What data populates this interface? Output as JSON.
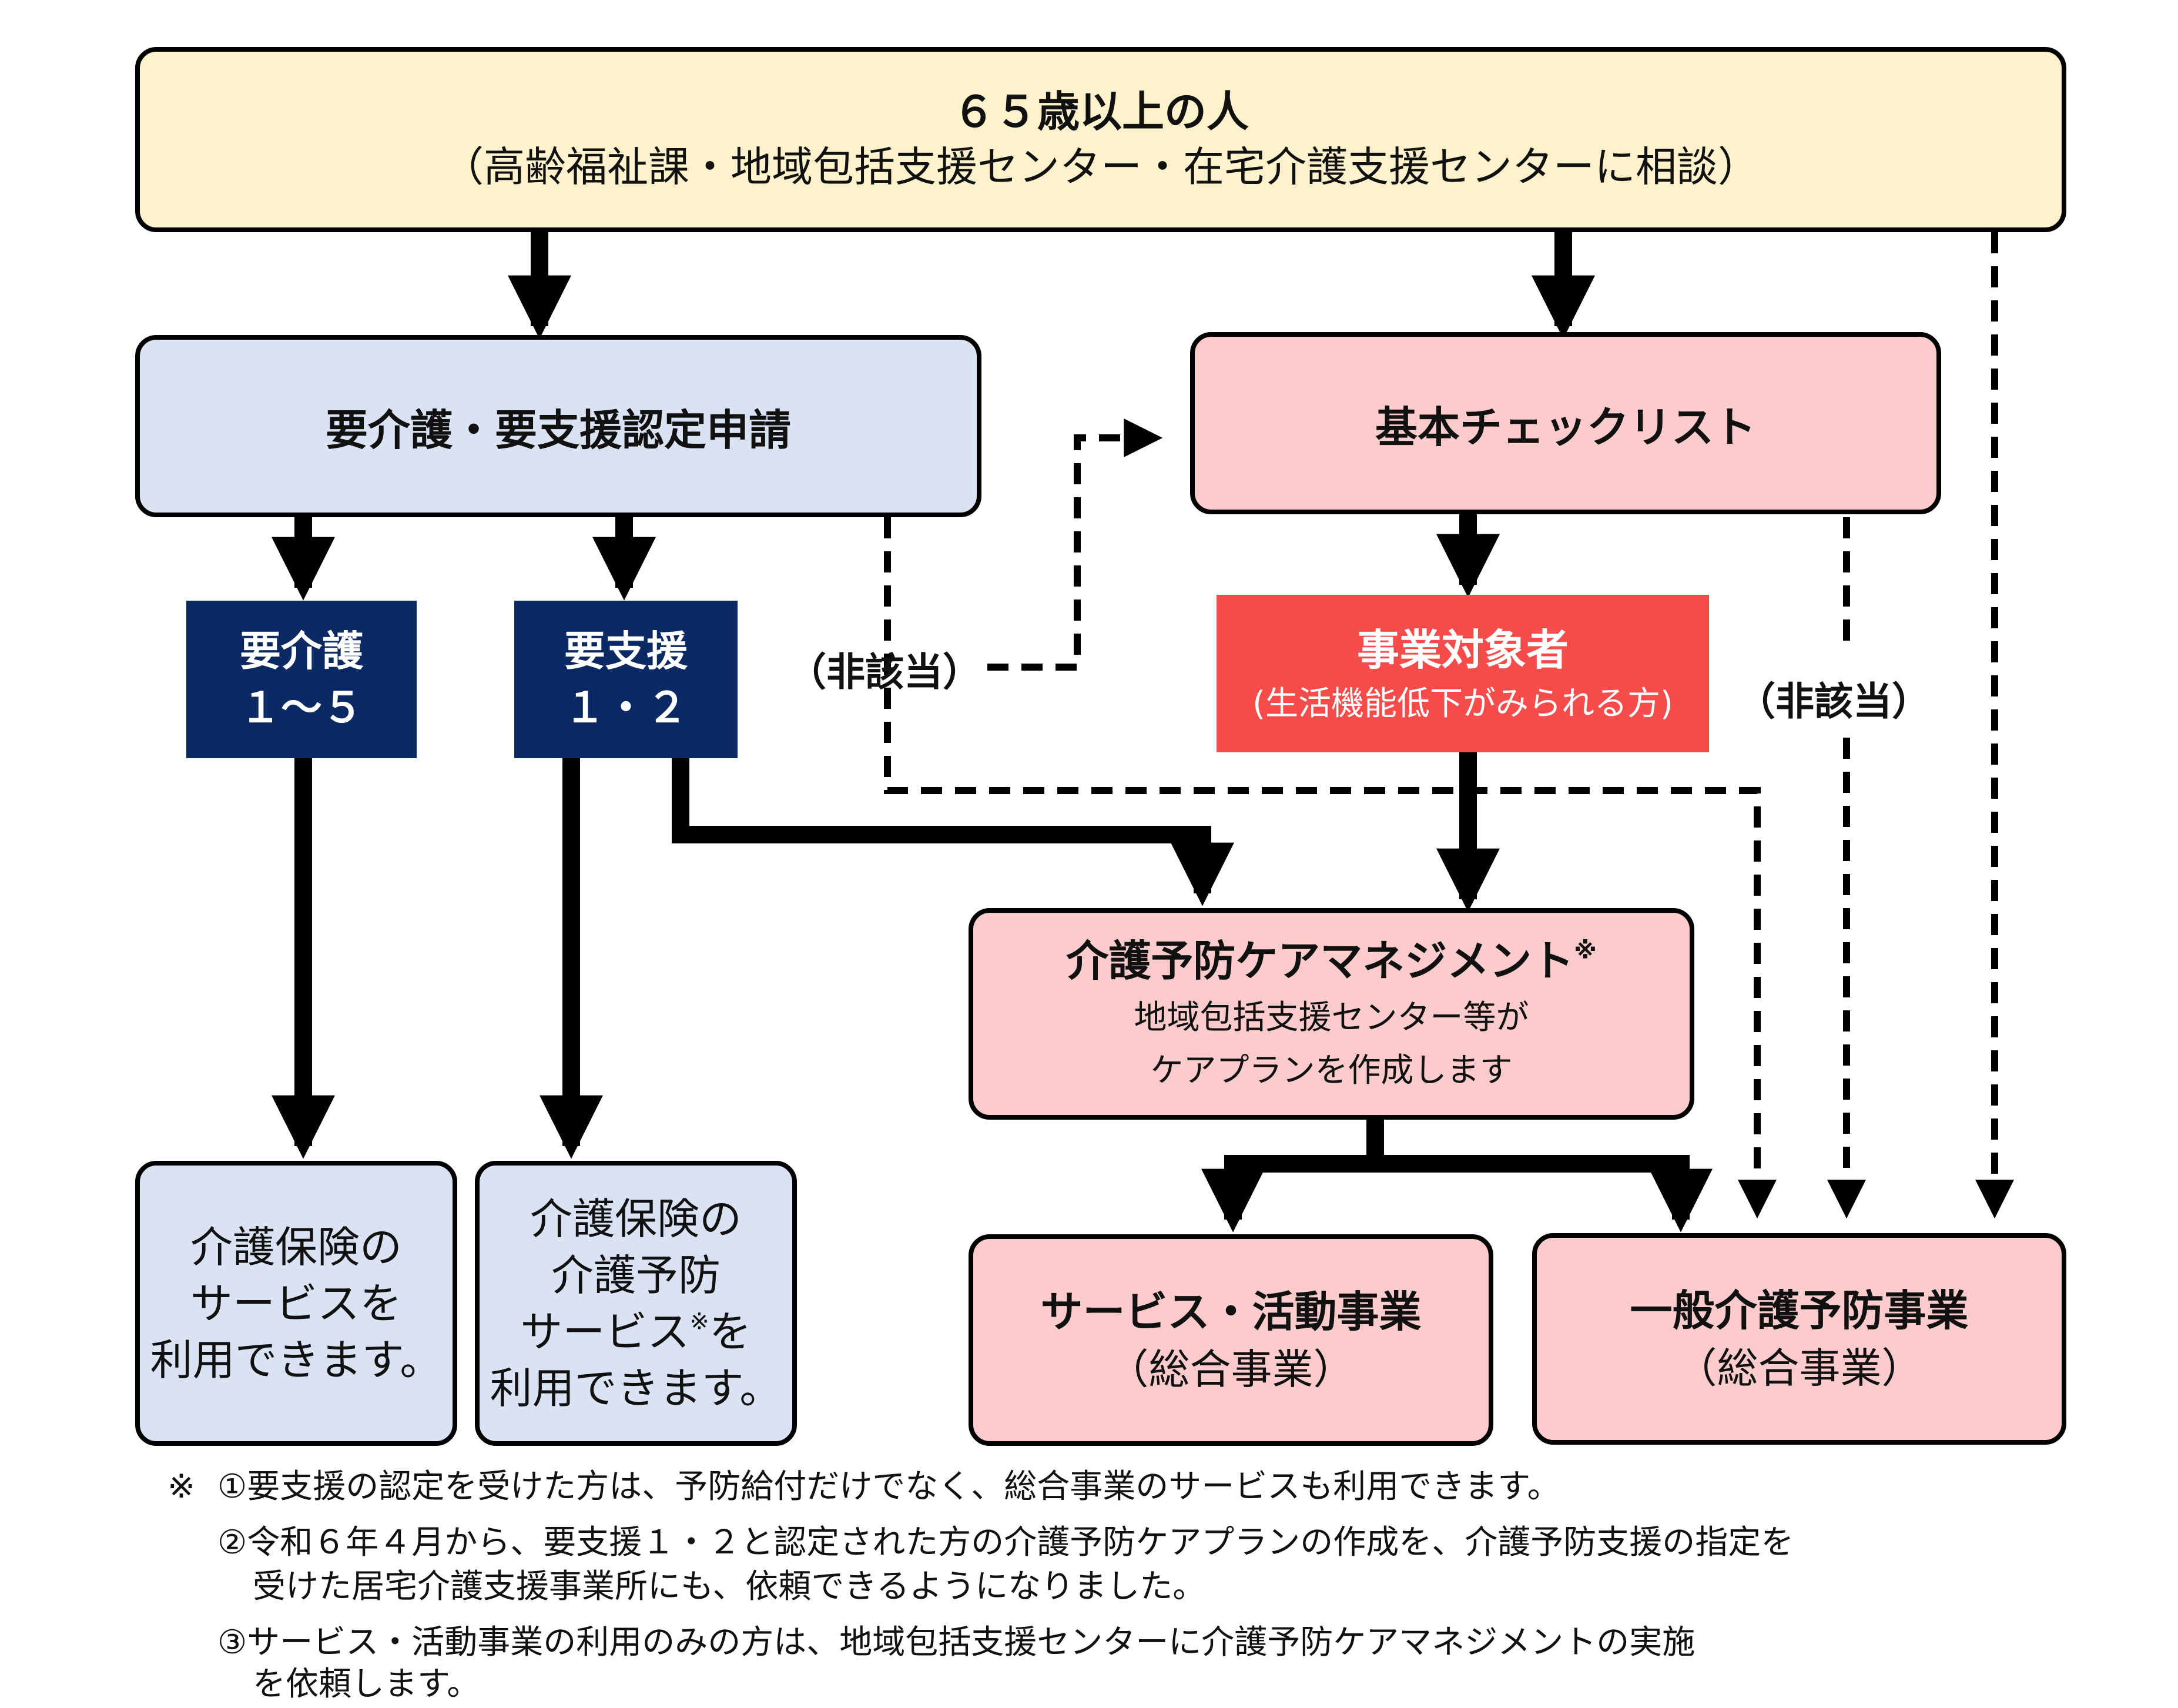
{
  "top": {
    "title": "６５歳以上の人",
    "subtitle": "（高齢福祉課・地域包括支援センター・在宅介護支援センターに相談）"
  },
  "application": {
    "label": "要介護・要支援認定申請"
  },
  "checklist": {
    "label": "基本チェックリスト"
  },
  "care_level": {
    "line1": "要介護",
    "line2": "１～５"
  },
  "support_level": {
    "line1": "要支援",
    "line2": "１・２"
  },
  "not_applicable_left": "（非該当）",
  "not_applicable_right": "（非該当）",
  "target": {
    "title": "事業対象者",
    "subtitle": "(生活機能低下がみられる方)"
  },
  "management": {
    "title": "介護予防ケアマネジメント",
    "mark": "※",
    "line1": "地域包括支援センター等が",
    "line2": "ケアプランを作成します"
  },
  "care_service": {
    "line1": "介護保険の",
    "line2": "サービスを",
    "line3": "利用できます。"
  },
  "prevention_service": {
    "line1": "介護保険の",
    "line2": "介護予防",
    "line3a": "サービス",
    "mark": "※",
    "line3b": "を",
    "line4": "利用できます。"
  },
  "service_activity": {
    "title": "サービス・活動事業",
    "subtitle": "（総合事業）"
  },
  "general_prevention": {
    "title": "一般介護予防事業",
    "subtitle": "（総合事業）"
  },
  "notes": {
    "mark": "※",
    "n1": "①要支援の認定を受けた方は、予防給付だけでなく、総合事業のサービスも利用できます。",
    "n2a": "②令和６年４月から、要支援１・２と認定された方の介護予防ケアプランの作成を、介護予防支援の指定を",
    "n2b": "受けた居宅介護支援事業所にも、依頼できるようになりました。",
    "n3a": "③サービス・活動事業の利用のみの方は、地域包括支援センターに介護予防ケアマネジメントの実施",
    "n3b": "を依頼します。"
  },
  "colors": {
    "yellow_box": "#fdf2cc",
    "blue_box": "#dae3f3",
    "pink_box": "#fccbcb",
    "navy_box": "#0b2a63",
    "red_box": "#f54b4b"
  }
}
